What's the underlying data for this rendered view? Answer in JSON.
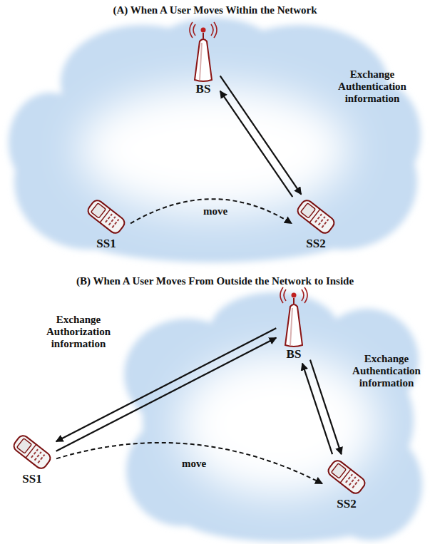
{
  "diagram": {
    "nodes": [
      {
        "text": [
          "BS"
        ]
      },
      {
        "text": [
          "SS1"
        ]
      },
      {
        "text": [
          "SS2"
        ]
      },
      {
        "text": [
          "BS"
        ]
      },
      {
        "text": [
          "SS1"
        ]
      },
      {
        "text": [
          "SS2"
        ]
      }
    ],
    "edges": [
      {
        "from": 1,
        "to": 2,
        "label": "move",
        "arrow": "to"
      },
      {
        "from": 0,
        "to": 2,
        "label": "Exchange Authentication information",
        "arrow": "to"
      },
      {
        "from": 2,
        "to": 0,
        "arrow": "to"
      },
      {
        "from": 4,
        "to": 5,
        "label": "move",
        "arrow": "to"
      },
      {
        "from": 4,
        "to": 3,
        "label": "Exchange Authorization information",
        "arrow": "to"
      },
      {
        "from": 3,
        "to": 4,
        "arrow": "to"
      },
      {
        "from": 3,
        "to": 5,
        "label": "Exchange Authentication information",
        "arrow": "to"
      },
      {
        "from": 5,
        "to": 3,
        "arrow": "to"
      }
    ],
    "labels": [
      "(A) When A User Moves Within the Network",
      "(B) When A User Moves From Outside the Network to Inside"
    ]
  }
}
